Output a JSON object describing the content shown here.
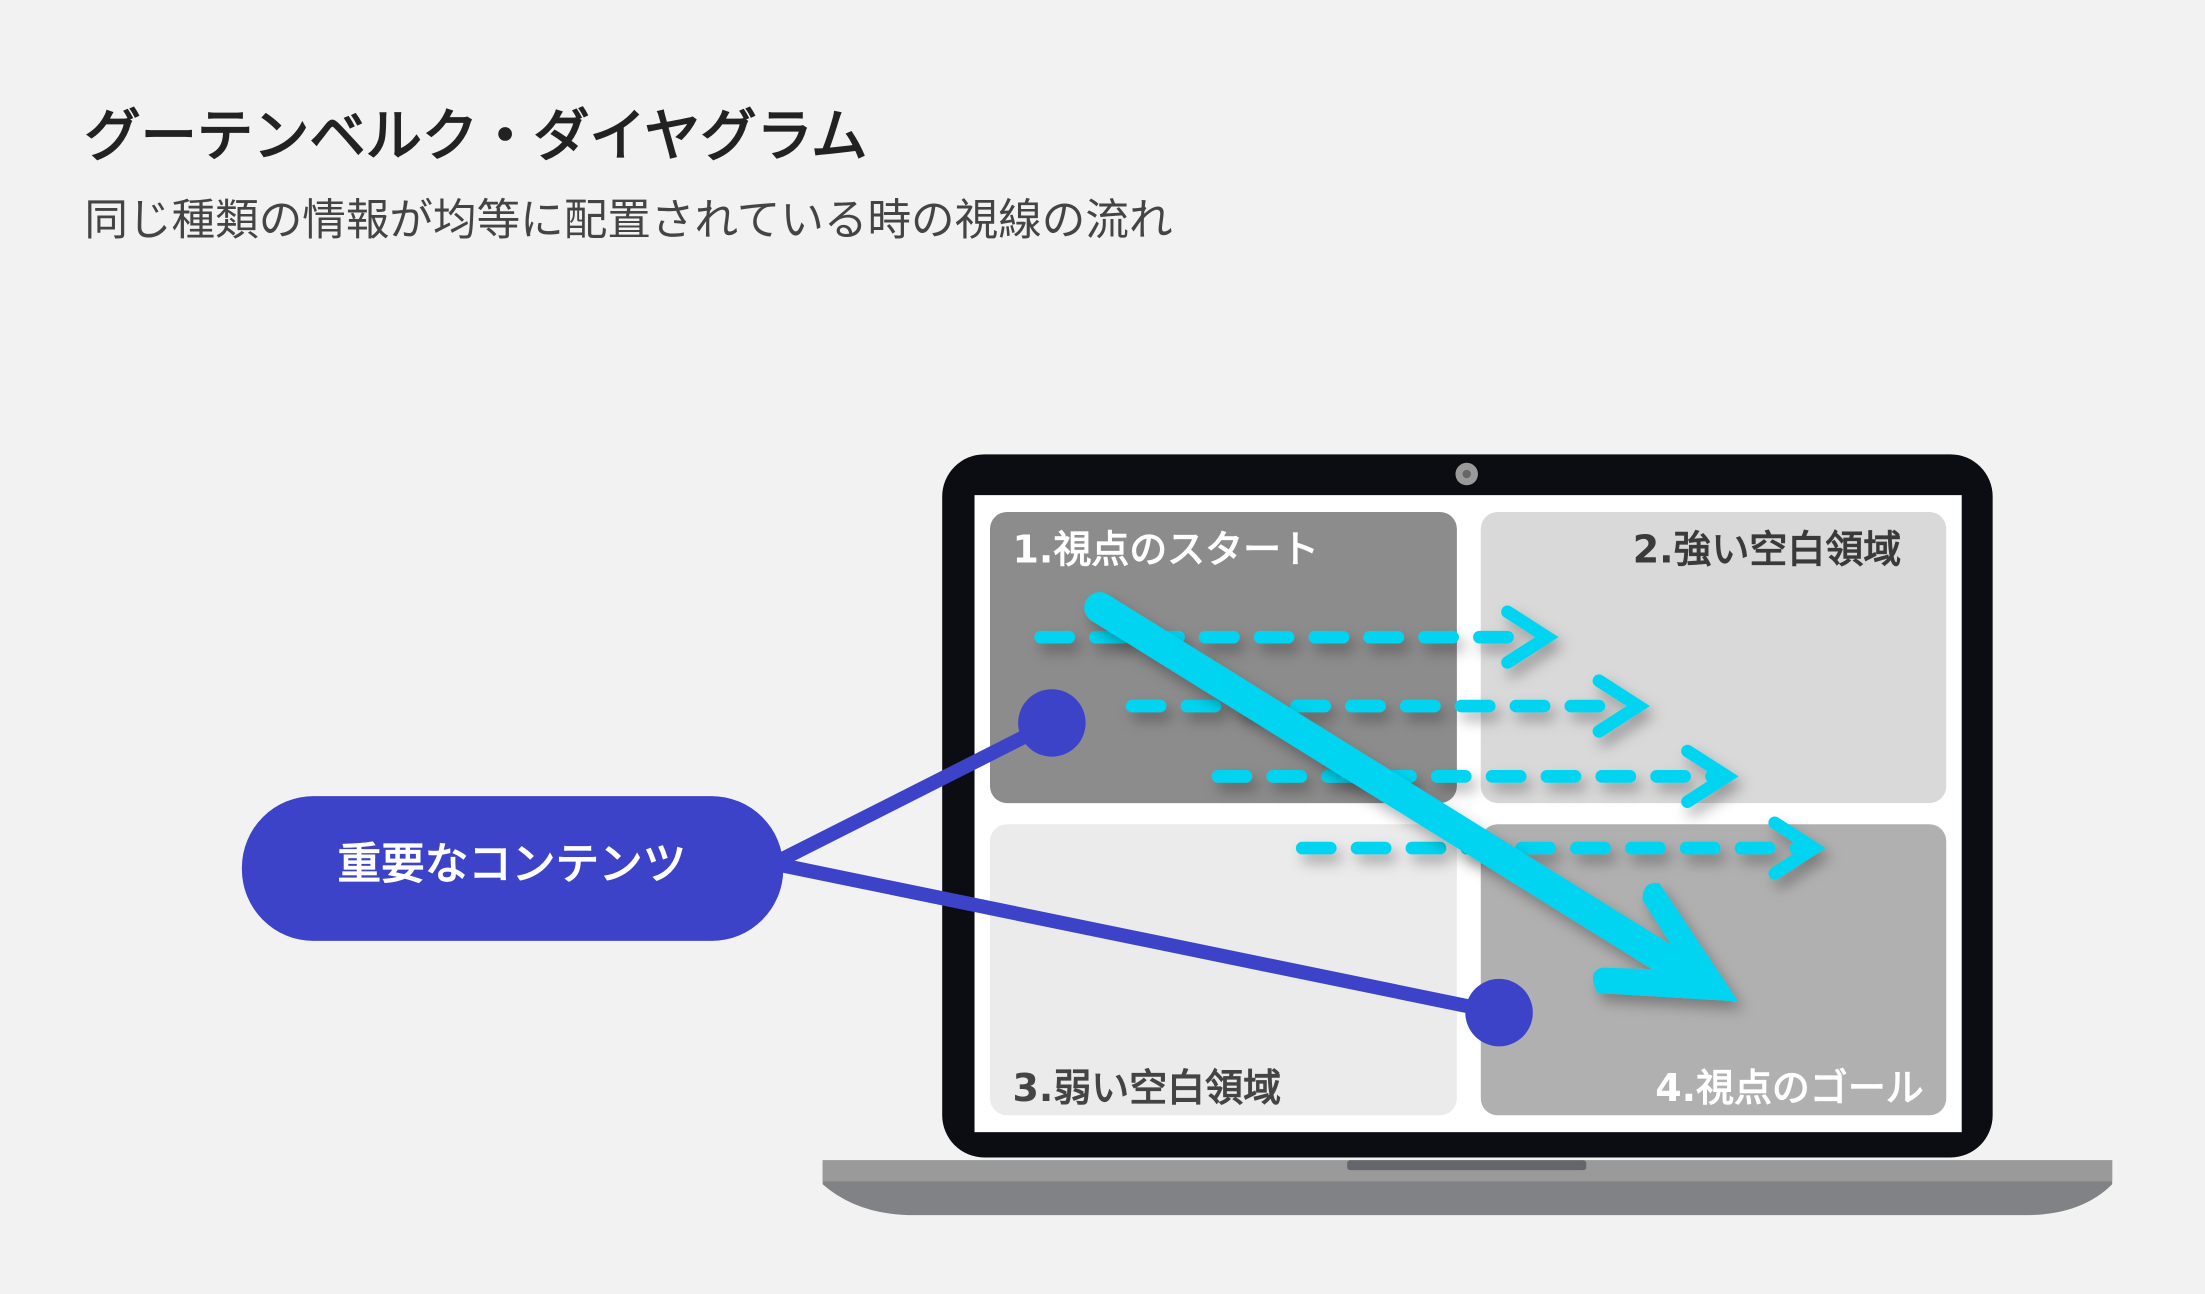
{
  "header": {
    "title": "グーテンベルク・ダイヤグラム",
    "subtitle": "同じ種類の情報が均等に配置されている時の視線の流れ"
  },
  "quadrants": [
    {
      "label": "1.視点のスタート",
      "color": "#8c8c8c"
    },
    {
      "label": "2.強い空白領域",
      "color": "#d9d9d9"
    },
    {
      "label": "3.弱い空白領域",
      "color": "#ebebeb"
    },
    {
      "label": "4.視点のゴール",
      "color": "#b0b0b0"
    }
  ],
  "callout": {
    "label": "重要なコンテンツ",
    "color": "#3d43c8"
  },
  "colors": {
    "arrow": "#00d4f0",
    "laptop_frame": "#0b0d12",
    "background": "#f2f2f2"
  }
}
